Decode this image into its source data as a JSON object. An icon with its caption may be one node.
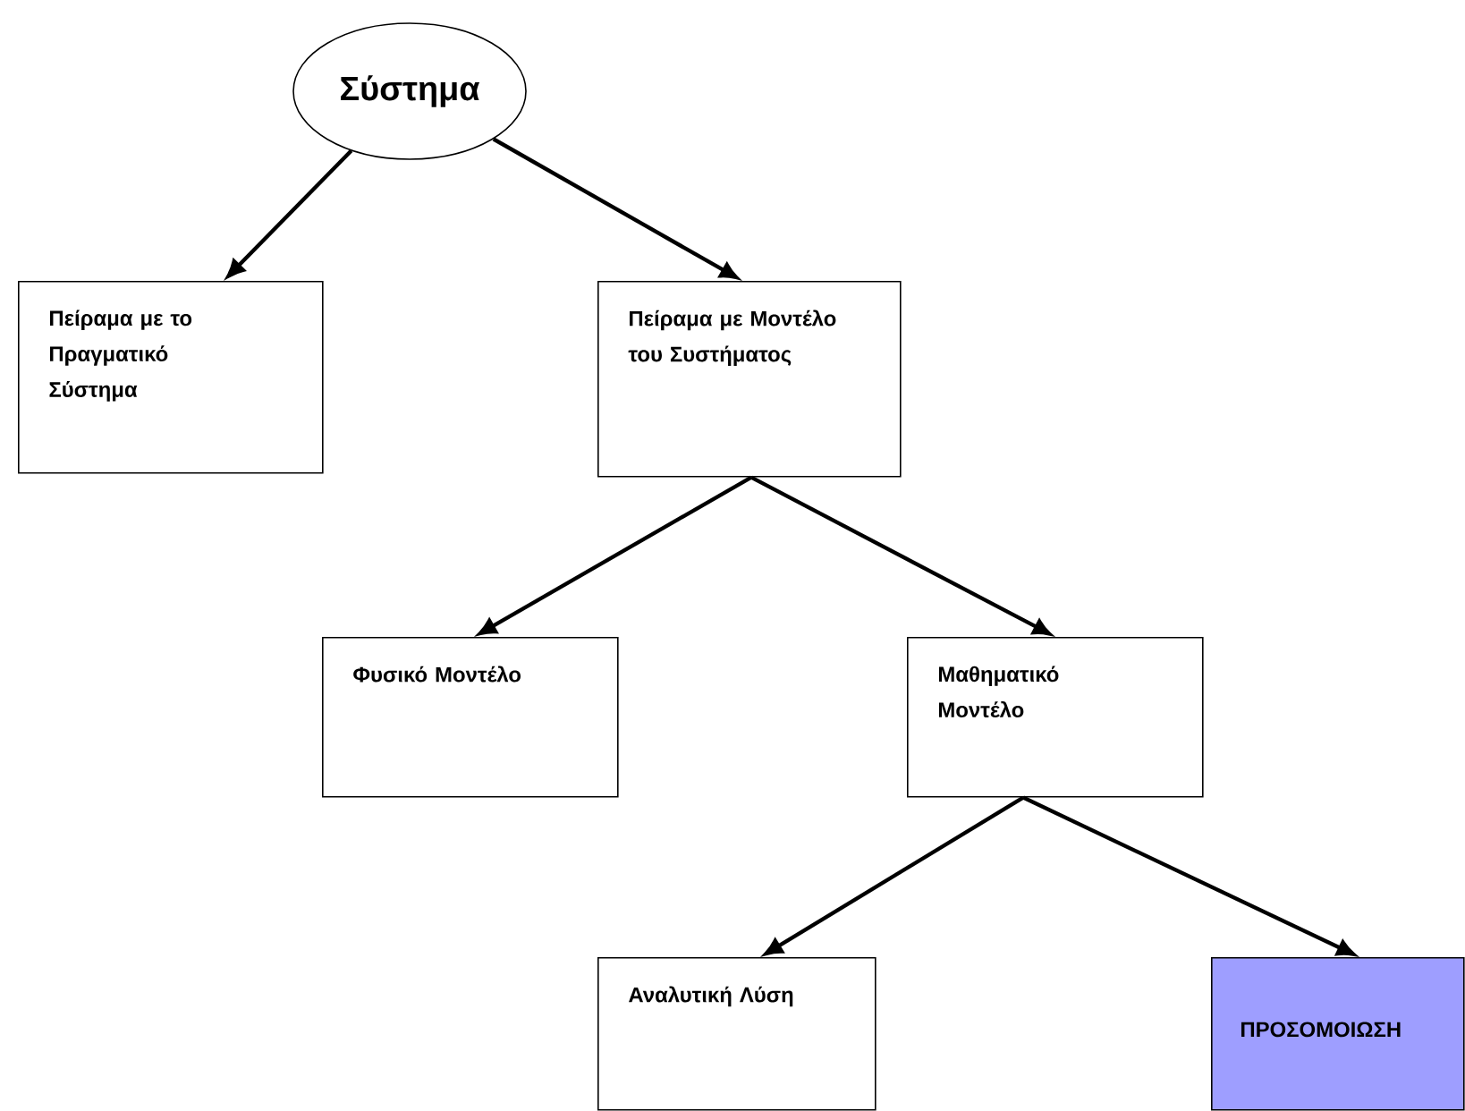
{
  "diagram": {
    "nodes": [
      {
        "text": [
          "Σύστημα"
        ]
      },
      {
        "text": [
          "Πείραμα με το Πραγματικό Σύστημα"
        ]
      },
      {
        "text": [
          "Πείραμα με Μοντέλο του Συστήματος"
        ]
      },
      {
        "text": [
          "Φυσικό Μοντέλο"
        ]
      },
      {
        "text": [
          "Μαθηματικό Μοντέλο"
        ]
      },
      {
        "text": [
          "Αναλυτική Λύση"
        ]
      },
      {
        "text": [
          "ΠΡΟΣΟΜΟΙΩΣΗ"
        ]
      }
    ],
    "edges": [
      {
        "from": 0,
        "to": 1,
        "arrow": "to"
      },
      {
        "from": 0,
        "to": 2,
        "arrow": "to"
      },
      {
        "from": 2,
        "to": 3,
        "arrow": "to"
      },
      {
        "from": 2,
        "to": 4,
        "arrow": "to"
      },
      {
        "from": 4,
        "to": 5,
        "arrow": "to"
      },
      {
        "from": 4,
        "to": 6,
        "arrow": "to"
      }
    ]
  }
}
